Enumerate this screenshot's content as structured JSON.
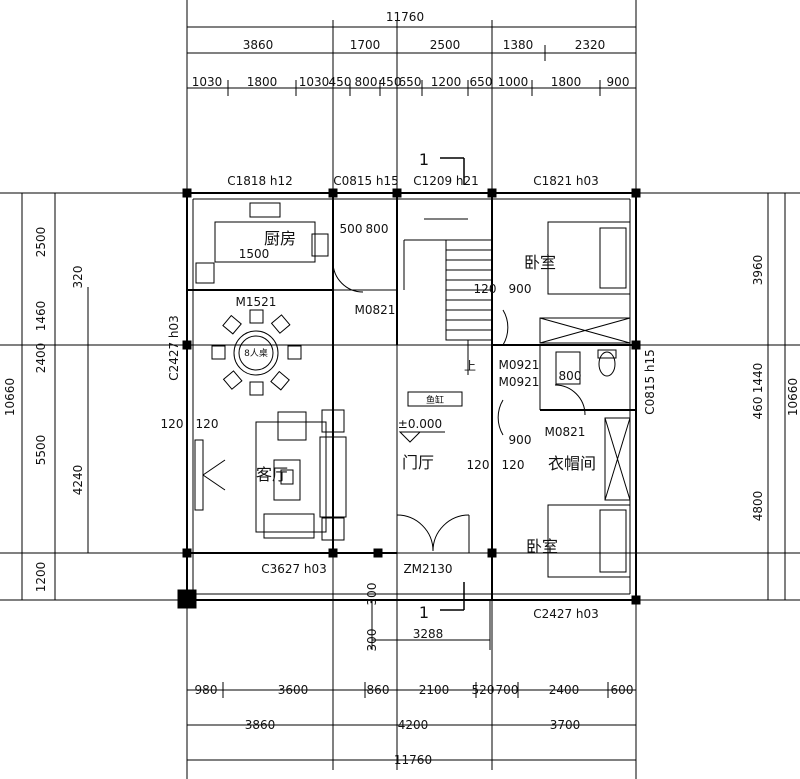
{
  "dimensions": {
    "top_total": "11760",
    "top_mid": [
      "3860",
      "1700",
      "2500",
      "1380",
      "2320"
    ],
    "top_detail": [
      "1030",
      "1800",
      "1030",
      "450",
      "800",
      "450",
      "650",
      "1200",
      "650",
      "1000",
      "1800",
      "900"
    ],
    "bottom_detail": [
      "980",
      "3600",
      "860",
      "2100",
      "520",
      "700",
      "2400",
      "600"
    ],
    "bottom_mid": [
      "3860",
      "4200",
      "3700"
    ],
    "bottom_total": "11760",
    "left_total": "10660",
    "left_outer": [
      "2500",
      "1460",
      "2400",
      "5500",
      "1200"
    ],
    "left_inner": [
      "320",
      "4240"
    ],
    "right_total": "10660",
    "right_outer": [
      "3960",
      "1440",
      "460",
      "4800"
    ],
    "stair_run": "3288",
    "stair_gap": [
      "300",
      "300"
    ]
  },
  "window_labels": {
    "kitchen": "C1818 h12",
    "stair_small": "C0815 h15",
    "stair_main": "C1209 h21",
    "bedroom_top": "C1821 h03",
    "living_left": "C2427 h03",
    "living_bottom": "C3627 h03",
    "bedroom_bottom": "C2427 h03",
    "bath_right": "C0815 h15"
  },
  "door_labels": {
    "kitchen": "M1521",
    "bath_left": "M0821",
    "bed_top": "M0921",
    "bath_right": "M0921",
    "closet": "M0821",
    "entrance": "ZM2130"
  },
  "rooms": {
    "kitchen": "厨房",
    "bedroom_top": "卧室",
    "bedroom_bottom": "卧室",
    "living": "客厅",
    "foyer": "门厅",
    "closet": "衣帽间"
  },
  "annotations": {
    "section_mark": "1",
    "elevation": "±0.000",
    "stair_up": "上",
    "fish_tank": "鱼缸",
    "table": "8人桌",
    "counter": "1500",
    "sink_block": "500",
    "sink_block2": "800",
    "wall_120": "120",
    "door_900": "900",
    "bath_800": "800"
  }
}
